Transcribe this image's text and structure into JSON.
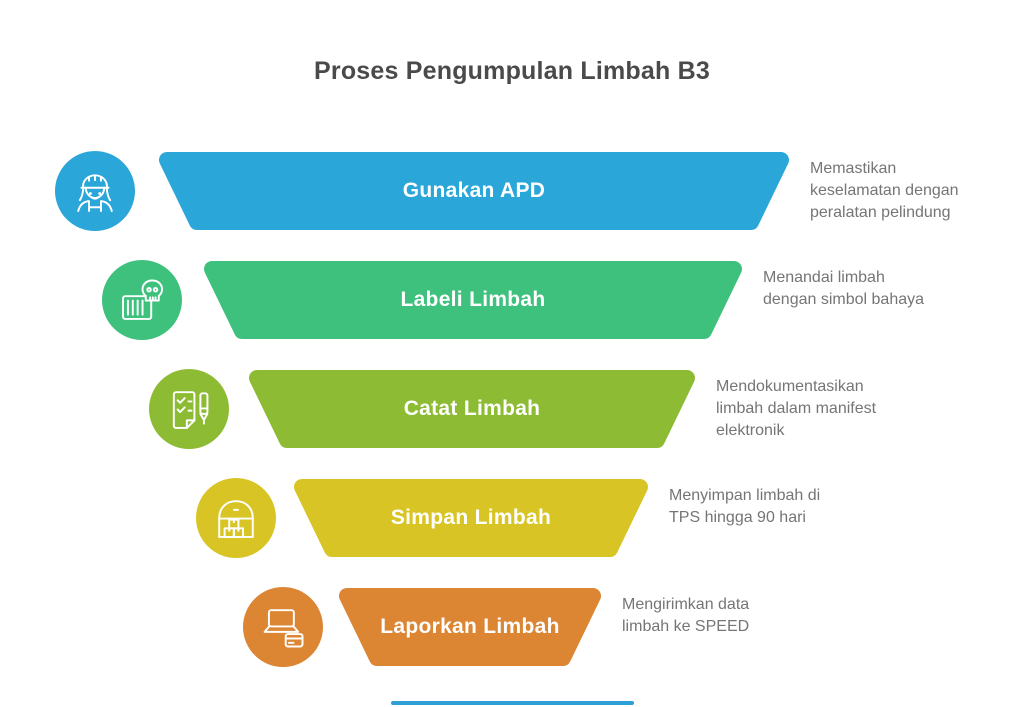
{
  "title": "Proses Pengumpulan Limbah B3",
  "palette": {
    "title_text": "#4A4A4A",
    "description_text": "#757575",
    "bar_label_text": "#ffffff",
    "background": "#ffffff"
  },
  "footer_line": {
    "color": "#2E9FD6"
  },
  "steps": [
    {
      "label": "Gunakan APD",
      "description": "Memastikan\nkeselamatan dengan\nperalatan pelindung",
      "color": "#2BA6D9",
      "icon": "female-worker-icon"
    },
    {
      "label": "Labeli Limbah",
      "description": "Menandai limbah\ndengan simbol bahaya",
      "color": "#3EC17D",
      "icon": "skull-container-icon"
    },
    {
      "label": "Catat Limbah",
      "description": "Mendokumentasikan\nlimbah dalam manifest\nelektronik",
      "color": "#8DBB33",
      "icon": "checklist-pen-icon"
    },
    {
      "label": "Simpan Limbah",
      "description": "Menyimpan limbah di\nTPS hingga 90 hari",
      "color": "#D8C525",
      "icon": "warehouse-icon"
    },
    {
      "label": "Laporkan Limbah",
      "description": "Mengirimkan data\nlimbah ke SPEED",
      "color": "#DC8533",
      "icon": "laptop-card-icon"
    }
  ]
}
